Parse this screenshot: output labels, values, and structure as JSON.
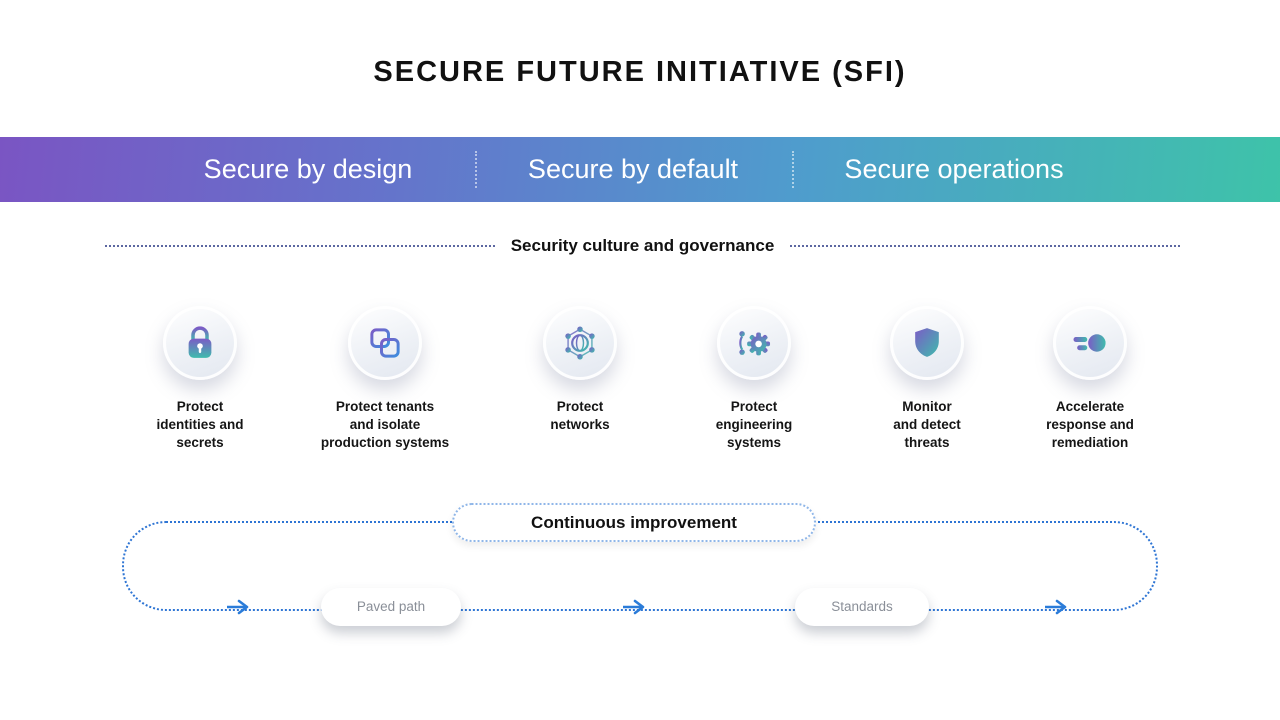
{
  "title": "SECURE FUTURE INITIATIVE (SFI)",
  "banner": {
    "items": [
      {
        "label": "Secure by design"
      },
      {
        "label": "Secure by default"
      },
      {
        "label": "Secure operations"
      }
    ],
    "gradient": {
      "left": "#7A55C3",
      "middle": "#4F9CCD",
      "right": "#3EC3A9"
    },
    "text_color": "#FFFFFF"
  },
  "governance_label": "Security culture and governance",
  "pillars": [
    {
      "icon": "lock-icon",
      "label": "Protect\nidentities and\nsecrets"
    },
    {
      "icon": "tenants-icon",
      "label": "Protect tenants\nand isolate\nproduction systems"
    },
    {
      "icon": "network-globe-icon",
      "label": "Protect\nnetworks"
    },
    {
      "icon": "engineering-gear-icon",
      "label": "Protect\nengineering\nsystems"
    },
    {
      "icon": "shield-icon",
      "label": "Monitor\nand detect\nthreats"
    },
    {
      "icon": "accelerate-icon",
      "label": "Accelerate\nresponse and\nremediation"
    }
  ],
  "improvement_loop": {
    "title": "Continuous improvement",
    "stages": [
      {
        "label": "Paved path"
      },
      {
        "label": "Standards"
      }
    ],
    "loop_color": "#2E75D4",
    "arrow_color": "#2B7CD9"
  },
  "icon_colors": {
    "gradient_start": "#7B5CC6",
    "gradient_end": "#3FBCAD"
  }
}
